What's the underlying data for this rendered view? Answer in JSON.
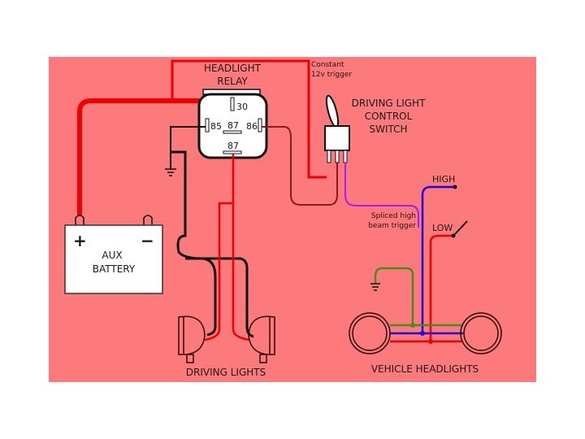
{
  "diagram": {
    "title": "Driving light relay wiring diagram",
    "background_color": "#fd7a7c",
    "relay": {
      "label_line1": "HEADLIGHT",
      "label_line2": "RELAY",
      "pins": {
        "p30": "30",
        "p85": "85",
        "p86": "86",
        "p87a": "87",
        "p87b": "87"
      }
    },
    "switch": {
      "label_line1": "DRIVING LIGHT",
      "label_line2": "CONTROL",
      "label_line3": "SWITCH"
    },
    "annotations": {
      "constant_line1": "Constant",
      "constant_line2": "12v trigger",
      "spliced_line1": "Spliced high",
      "spliced_line2": "beam trigger",
      "high": "HIGH",
      "low": "LOW"
    },
    "battery": {
      "label_line1": "AUX",
      "label_line2": "BATTERY",
      "plus": "+",
      "minus": "−"
    },
    "driving_lights_label": "DRIVING LIGHTS",
    "vehicle_headlights_label": "VEHICLE HEADLIGHTS",
    "wire_colors": {
      "power": "#ee0000",
      "ground": "#111111",
      "switch_out": "#8b1a1a",
      "high_beam": "#2200dd",
      "splice": "#a020f0",
      "ground_headlight": "#4a8a1a"
    }
  }
}
